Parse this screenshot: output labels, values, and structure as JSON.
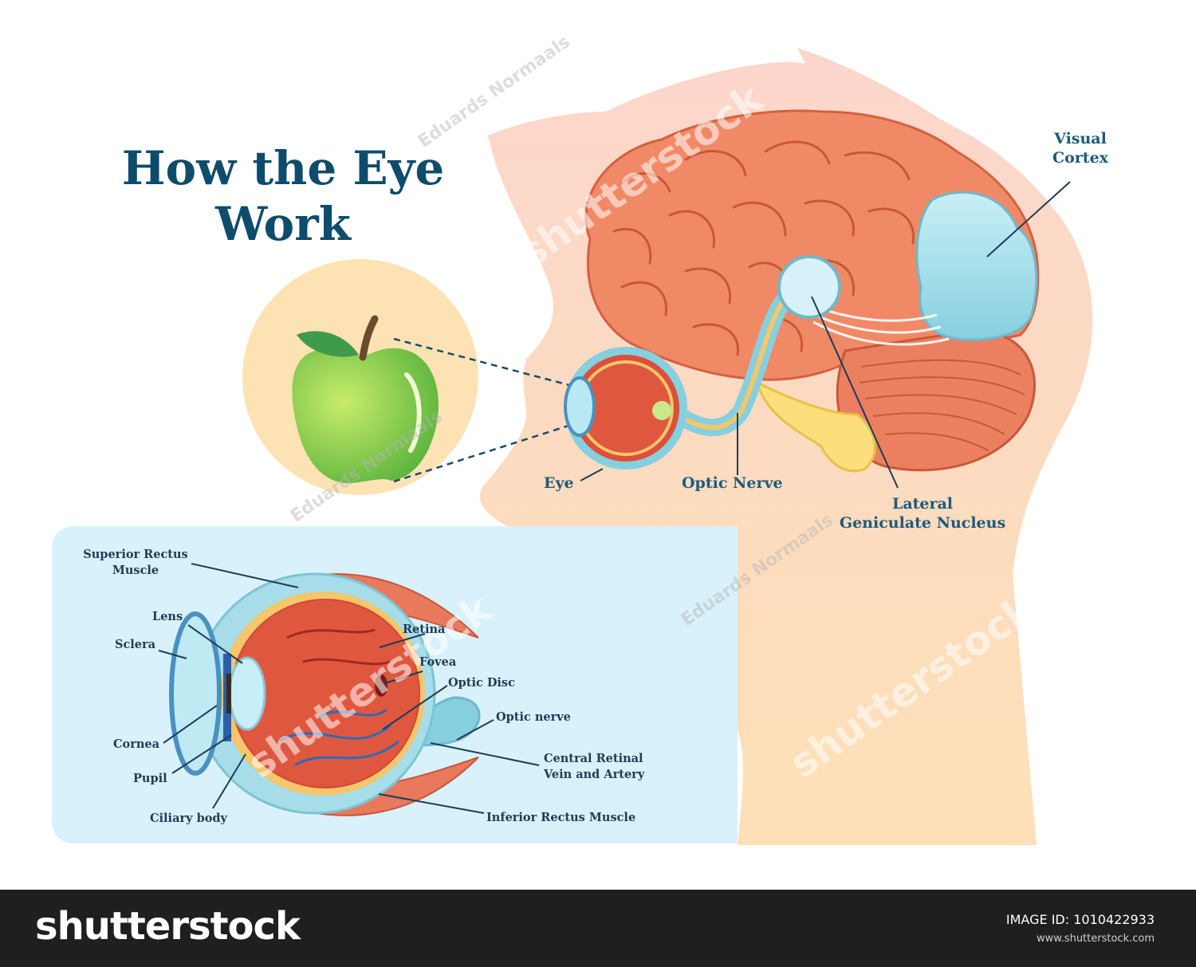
{
  "title": {
    "line1": "How the Eye",
    "line2": "Work"
  },
  "head_labels": {
    "eye": "Eye",
    "optic_nerve": "Optic Nerve",
    "lateral_gn_line1": "Lateral",
    "lateral_gn_line2": "Geniculate Nucleus",
    "visual_cortex_line1": "Visual",
    "visual_cortex_line2": "Cortex"
  },
  "eye_labels": {
    "superior_rectus_line1": "Superior Rectus",
    "superior_rectus_line2": "Muscle",
    "lens": "Lens",
    "sclera": "Sclera",
    "cornea": "Cornea",
    "pupil": "Pupil",
    "ciliary_body": "Ciliary body",
    "retina": "Retina",
    "fovea": "Fovea",
    "optic_disc": "Optic Disc",
    "optic_nerve": "Optic nerve",
    "central_retinal_line1": "Central Retinal",
    "central_retinal_line2": "Vein and Artery",
    "inferior_rectus": "Inferior Rectus Muscle"
  },
  "watermarks": {
    "brand": "shutterstock",
    "author": "Eduards Normaals"
  },
  "footer": {
    "brand": "shutterstock",
    "image_id": "IMAGE ID: 1010422933",
    "site": "www.shutterstock.com"
  },
  "colors": {
    "title": "#0f4c6b",
    "label": "#1d3c57",
    "head_skin": "#fbd9c9",
    "brain": "#f08a66",
    "visual_cortex": "#a9e2ee",
    "eye_panel": "#d9f1fa",
    "apple_circle": "#fde3b4",
    "apple": "#8fd14f",
    "footer": "#1f1f1f"
  }
}
